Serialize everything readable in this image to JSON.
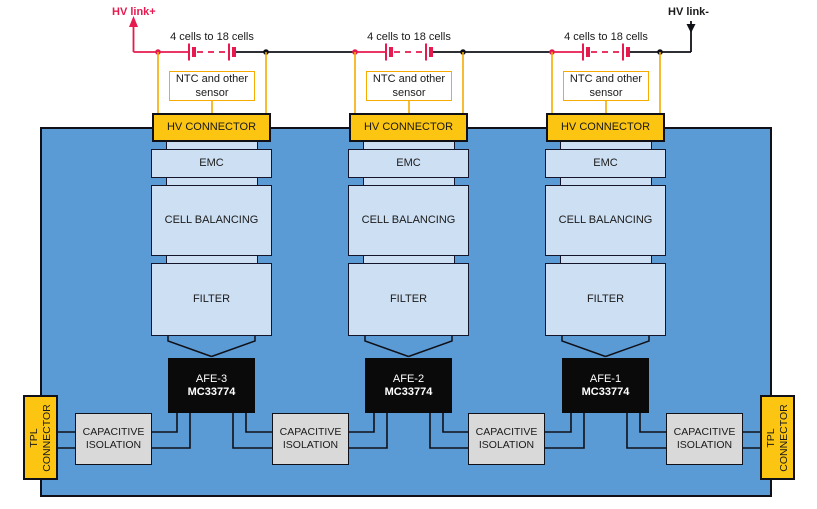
{
  "labels": {
    "hv_link_plus": "HV link+",
    "hv_link_minus": "HV link-",
    "cells": "4 cells to 18 cells",
    "ntc_line1": "NTC and other",
    "ntc_line2": "sensor",
    "isolation_line1": "CAPACITIVE",
    "isolation_line2": "ISOLATION",
    "tpl_line1": "TPL",
    "tpl_line2": "CONNECTOR"
  },
  "modules": [
    {
      "hv_connector": "HV CONNECTOR",
      "emc": "EMC",
      "cell_balancing": "CELL BALANCING",
      "filter": "FILTER",
      "afe_name": "AFE-3",
      "afe_part": "MC33774"
    },
    {
      "hv_connector": "HV CONNECTOR",
      "emc": "EMC",
      "cell_balancing": "CELL BALANCING",
      "filter": "FILTER",
      "afe_name": "AFE-2",
      "afe_part": "MC33774"
    },
    {
      "hv_connector": "HV CONNECTOR",
      "emc": "EMC",
      "cell_balancing": "CELL BALANCING",
      "filter": "FILTER",
      "afe_name": "AFE-1",
      "afe_part": "MC33774"
    }
  ],
  "colors": {
    "panel_blue": "#5B9BD5",
    "box_blue": "#CDDFF3",
    "connector_yellow": "#FBC511",
    "wire_yellow": "#F5AB00",
    "hv_red": "#E61A4F",
    "isolation_gray": "#D9D9D9",
    "afe_black": "#0A0A0A"
  }
}
